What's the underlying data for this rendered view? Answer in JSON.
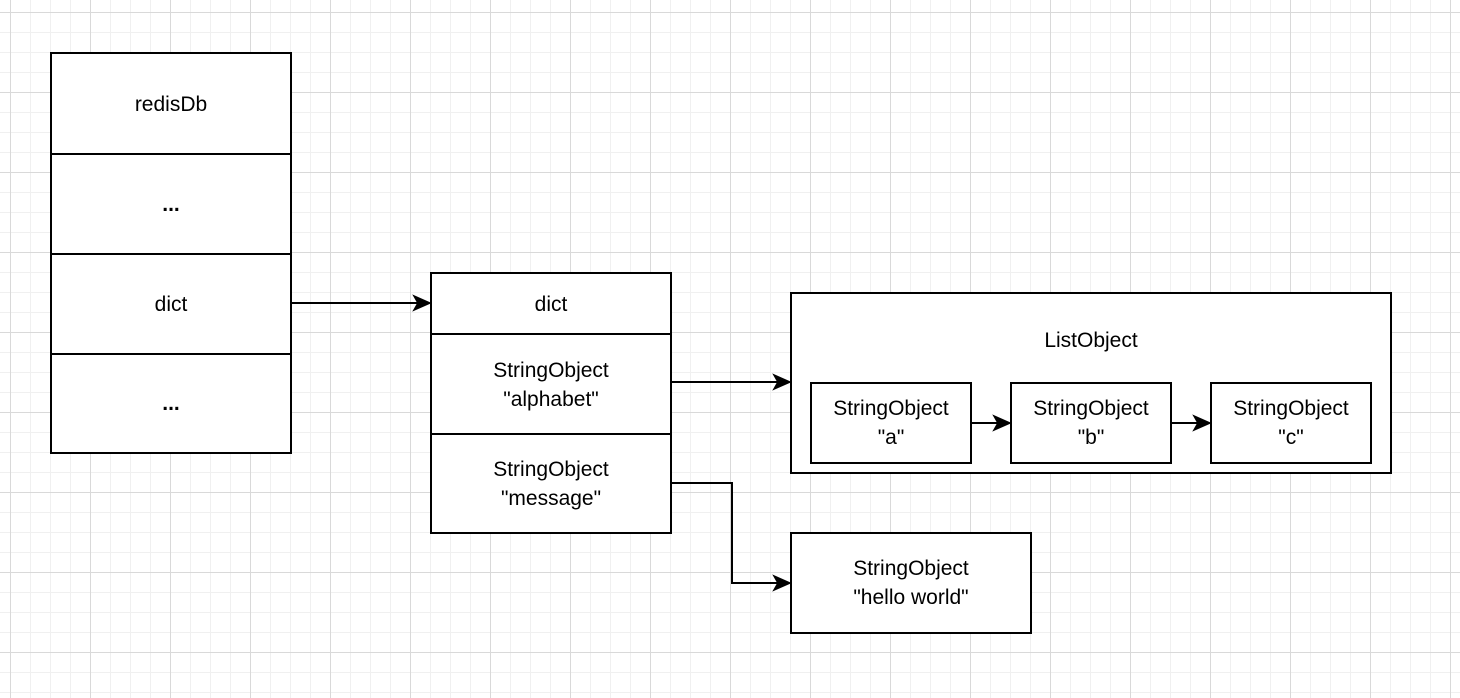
{
  "redisdb": {
    "title": "redisDb",
    "row_ellipsis_top": "...",
    "row_dict": "dict",
    "row_ellipsis_bottom": "..."
  },
  "dict": {
    "title": "dict",
    "entries": [
      {
        "type": "StringObject",
        "value": "\"alphabet\""
      },
      {
        "type": "StringObject",
        "value": "\"message\""
      }
    ]
  },
  "list_object": {
    "title": "ListObject",
    "items": [
      {
        "type": "StringObject",
        "value": "\"a\""
      },
      {
        "type": "StringObject",
        "value": "\"b\""
      },
      {
        "type": "StringObject",
        "value": "\"c\""
      }
    ]
  },
  "string_hello": {
    "type": "StringObject",
    "value": "\"hello world\""
  },
  "colors": {
    "stroke": "#000000",
    "grid": "#d9d9d9",
    "background": "#ffffff"
  }
}
